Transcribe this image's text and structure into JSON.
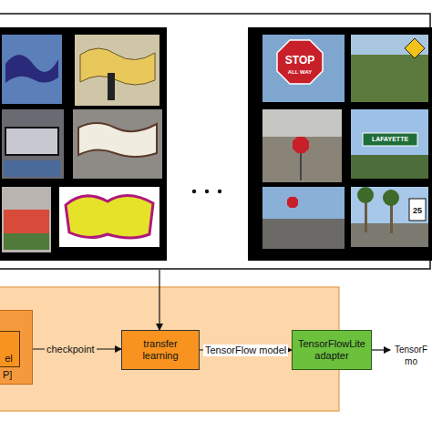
{
  "diagram": {
    "nodes": [
      {
        "text": [
          "P]"
        ]
      },
      {
        "text": [
          "el"
        ],
        "in": 0
      },
      {
        "text": [
          "transfer learning"
        ]
      },
      {
        "text": [
          "TensorFlowLite adapter"
        ]
      }
    ],
    "edges": [
      {
        "from": 1,
        "to": 2,
        "arrow": "to",
        "label": "checkpoint"
      },
      {
        "from": 2,
        "to": 3,
        "arrow": "to",
        "label": "TensorFlow model"
      }
    ],
    "labels": [
      "STOP",
      "ALL WAY",
      "LAFAYETTE",
      "25",
      "TensorF mo"
    ]
  }
}
